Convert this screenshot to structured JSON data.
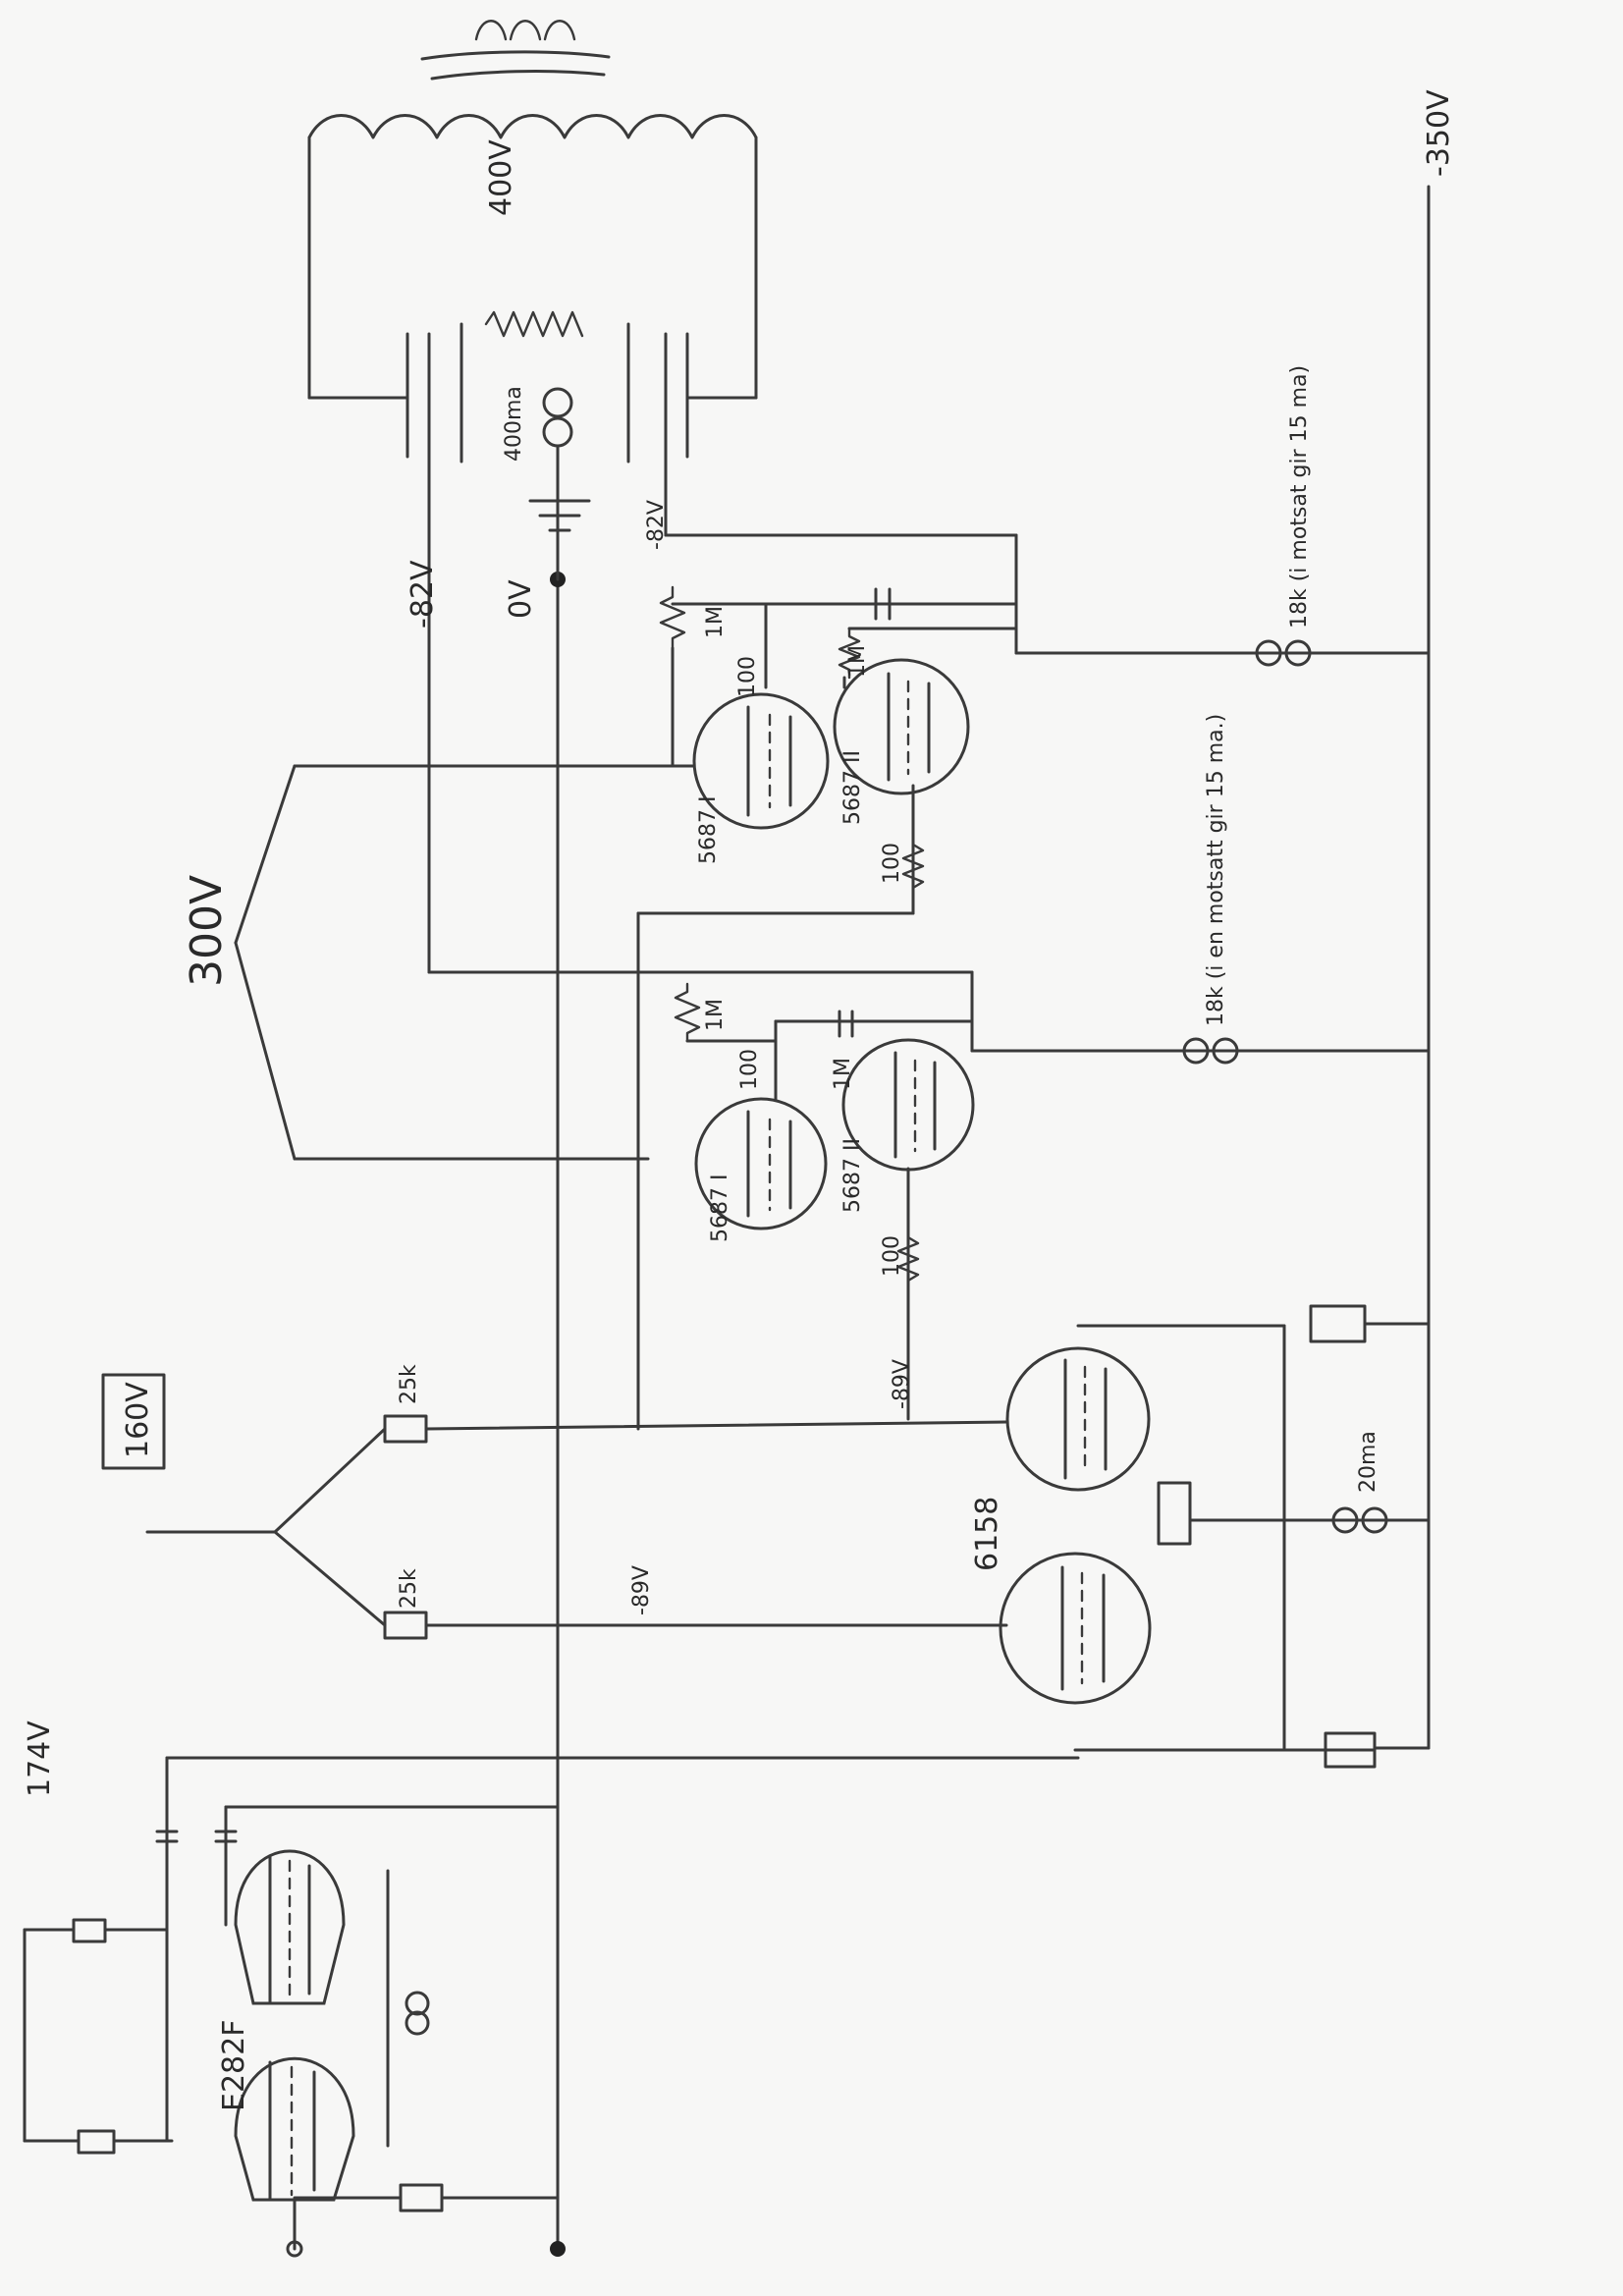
{
  "diagram": {
    "voltages": {
      "top_winding": "400V",
      "neg_350": "-350V",
      "neg_82_left": "-82V",
      "neg_82_right": "-82V",
      "zero": "0V",
      "v300": "300V",
      "v160": "160V",
      "neg_89_a": "-89V",
      "neg_89_b": "-89V",
      "v174": "174V"
    },
    "currents": {
      "heater": "400ma",
      "tail": "20ma"
    },
    "tubes": {
      "upper_1": "5687 I",
      "upper_2": "5687 II",
      "lower_1": "5687 I",
      "lower_2": "5687 II",
      "diff": "6158",
      "input": "E282F"
    },
    "resistors": {
      "r1m_a": "1M",
      "r1m_b": "1M",
      "r1m_c": "1M",
      "r1m_d": "1M",
      "r100_a": "100",
      "r100_b": "100",
      "r100_c": "100",
      "r100_d": "100",
      "r25k_a": "25k",
      "r25k_b": "25k"
    },
    "sinks": {
      "upper": "18k (i motsat gir 15 ma)",
      "lower": "18k (i en motsatt gir 15 ma.)"
    }
  }
}
